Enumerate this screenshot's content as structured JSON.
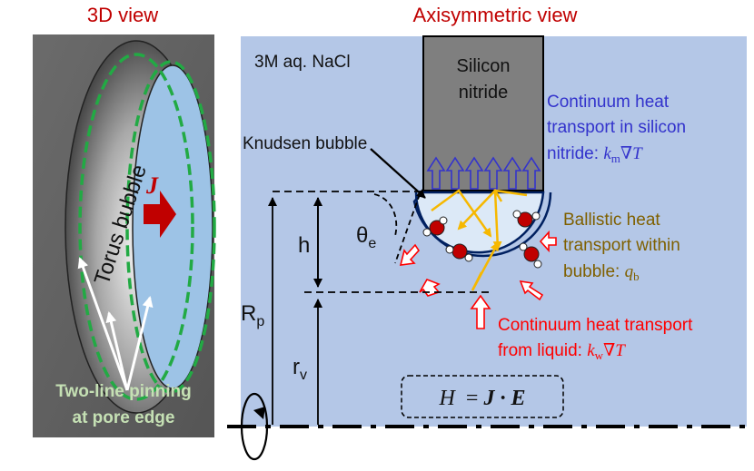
{
  "panels": {
    "left_title": "3D view",
    "right_title": "Axisymmetric view"
  },
  "left": {
    "torus_label": "Torus bubble",
    "current_symbol": "J",
    "pinning_line1": "Two-line pinning",
    "pinning_line2": "at pore edge"
  },
  "right": {
    "solution_label": "3M aq. NaCl",
    "membrane_line1": "Silicon",
    "membrane_line2": "nitride",
    "bubble_label": "Knudsen bubble",
    "contact_angle_symbol": "θ",
    "contact_angle_sub": "e",
    "height_symbol": "h",
    "pore_radius_symbol": "R",
    "pore_radius_sub": "p",
    "vortex_radius_symbol": "r",
    "vortex_radius_sub": "v",
    "membrane_transport": {
      "line1": "Continuum heat",
      "line2": "transport in silicon",
      "line3": "nitride: ",
      "symbol": "k",
      "sub": "m",
      "grad": "∇T"
    },
    "ballistic_transport": {
      "line1": "Ballistic heat",
      "line2": "transport within",
      "line3": "bubble: ",
      "symbol": "q",
      "sub": "b"
    },
    "liquid_transport": {
      "line1": "Continuum heat transport",
      "line2": "from liquid: ",
      "symbol": "k",
      "sub": "w",
      "grad": "∇T"
    },
    "equation": {
      "lhs": "H",
      "eq": "=",
      "rhs": "J · E"
    }
  },
  "colors": {
    "title_red": "#c00000",
    "electrolyte_blue": "#b4c7e7",
    "bubble_fill": "#dce9f7",
    "membrane_gray": "#7f7f7f",
    "membrane_blue_text": "#3333cc",
    "ballistic_olive": "#7f6000",
    "liquid_red": "#ff0000",
    "ray_yellow": "#f6b800",
    "pinning_green": "#c5e0b4",
    "torus_dash_green": "#22aa44"
  }
}
